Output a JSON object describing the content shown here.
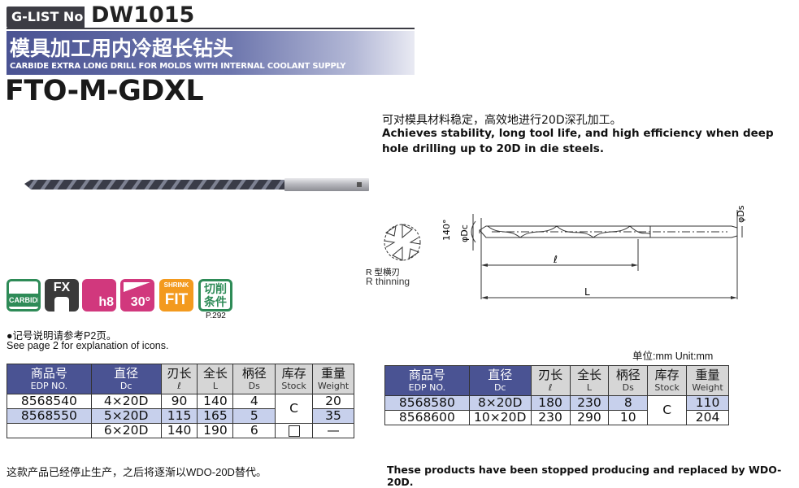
{
  "header": {
    "glist_label": "G-LIST No",
    "model_code": "DW1015",
    "title_cn": "模具加工用内冷超长钻头",
    "title_en": "CARBIDE EXTRA LONG DRILL FOR MOLDS WITH INTERNAL COOLANT SUPPLY",
    "series": "FTO-M-GDXL"
  },
  "description": {
    "cn": "可对模具材料稳定，高效地进行20D深孔加工。",
    "en": "Achieves stability, long tool life, and high efficiency when deep hole drilling up to 20D in die steels."
  },
  "drawing": {
    "angle": "140°",
    "dc": "φDc",
    "ds": "φDs",
    "flute_length": "ℓ",
    "total_length": "L",
    "thinning_cn": "R 型横刃",
    "thinning_en": "R thinning"
  },
  "icons": {
    "carbide": "CARBIDE",
    "fx": "FX",
    "h8": "h8",
    "angle30": "30°",
    "shrink": "SHRINK",
    "fit": "FIT",
    "cut_cn": "切削条件",
    "page_ref": "P.292"
  },
  "notes": {
    "cn": "●记号说明请参考P2页。",
    "en": "See page 2 for explanation of icons.",
    "unit": "单位:mm  Unit:mm"
  },
  "table_headers": {
    "edp_cn": "商品号",
    "edp_en": "EDP NO.",
    "dc_cn": "直径",
    "dc_en": "Dc",
    "l_cn": "刃长",
    "l_en": "ℓ",
    "L_cn": "全长",
    "L_en": "L",
    "ds_cn": "柄径",
    "ds_en": "Ds",
    "stock_cn": "库存",
    "stock_en": "Stock",
    "weight_cn": "重量",
    "weight_en": "Weight"
  },
  "table_left": [
    {
      "edp": "8568540",
      "dc": "4×20D",
      "l": "90",
      "L": "140",
      "ds": "4",
      "stock": "C",
      "weight": "20"
    },
    {
      "edp": "8568550",
      "dc": "5×20D",
      "l": "115",
      "L": "165",
      "ds": "5",
      "stock": "C",
      "weight": "35"
    },
    {
      "edp": "",
      "dc": "6×20D",
      "l": "140",
      "L": "190",
      "ds": "6",
      "stock": "□",
      "weight": "—"
    }
  ],
  "table_right": [
    {
      "edp": "8568580",
      "dc": "8×20D",
      "l": "180",
      "L": "230",
      "ds": "8",
      "stock": "C",
      "weight": "110"
    },
    {
      "edp": "8568600",
      "dc": "10×20D",
      "l": "230",
      "L": "290",
      "ds": "10",
      "stock": "C",
      "weight": "204"
    }
  ],
  "footer": {
    "cn": "这款产品已经停止生产，之后将逐渐以WDO-20D替代。",
    "en": "These products have been stopped producing and replaced by WDO-20D."
  },
  "colors": {
    "banner": "#4a5393",
    "highlight_row": "#c7d0ec",
    "carbide_green": "#2e8b57",
    "icon_magenta": "#d1387d",
    "icon_orange": "#f39a1e"
  }
}
